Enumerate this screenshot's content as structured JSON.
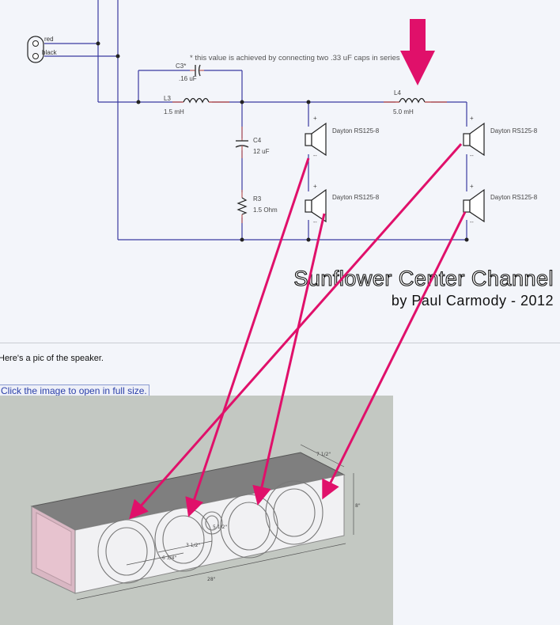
{
  "schematic": {
    "terminals": {
      "red": "red",
      "black": "black"
    },
    "note": "* this value is achieved by connecting two .33 uF caps in series",
    "components": {
      "c3": {
        "name": "C3*",
        "value": ".16 uF"
      },
      "l3": {
        "name": "L3",
        "value": "1.5 mH"
      },
      "c4": {
        "name": "C4",
        "value": "12 uF"
      },
      "r3": {
        "name": "R3",
        "value": "1.5 Ohm"
      },
      "l4": {
        "name": "L4",
        "value": "5.0 mH"
      }
    },
    "drivers": [
      "Dayton RS125-8",
      "Dayton RS125-8",
      "Dayton RS125-8",
      "Dayton RS125-8"
    ],
    "title": "Sunflower Center Channel",
    "author": "by Paul Carmody - 2012"
  },
  "post": {
    "text": "Here's a pic of the speaker.",
    "link": "Click the image to open in full size."
  },
  "photo": {
    "dims": {
      "depth": "7 1/2\"",
      "height": "8\"",
      "width": "28\"",
      "d1": "3 1/2\"",
      "d2": "6 3/4\"",
      "d3": "5 1/2\""
    }
  },
  "colors": {
    "wire": "#3a3aa0",
    "comp": "#b85a5a",
    "arrow": "#e0106a"
  }
}
